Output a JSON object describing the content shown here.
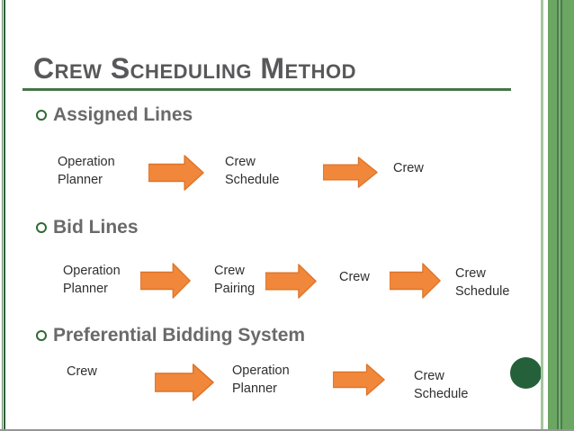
{
  "slide": {
    "title": "Crew Scheduling Method",
    "sections": [
      {
        "label": "Assigned Lines",
        "flow": [
          "Operation Planner",
          "Crew Schedule",
          "Crew"
        ]
      },
      {
        "label": "Bid Lines",
        "flow": [
          "Operation Planner",
          "Crew Pairing",
          "Crew",
          "Crew Schedule"
        ]
      },
      {
        "label": "Preferential Bidding System",
        "flow": [
          "Crew",
          "Operation Planner",
          "Crew Schedule"
        ]
      }
    ],
    "colors": {
      "arrow_fill": "#F0873B",
      "arrow_stroke": "#DE7428",
      "bullet_ring": "#2E6A33",
      "underline_green": "#47744B",
      "border_green": "#6BA663",
      "border_green_dark": "#497C4D",
      "border_green_light": "#A6C69E",
      "circle_green": "#24603A",
      "title_color": "#58585A",
      "section_color": "#6A6A6A",
      "flow_text": "#2F2F2F"
    }
  }
}
